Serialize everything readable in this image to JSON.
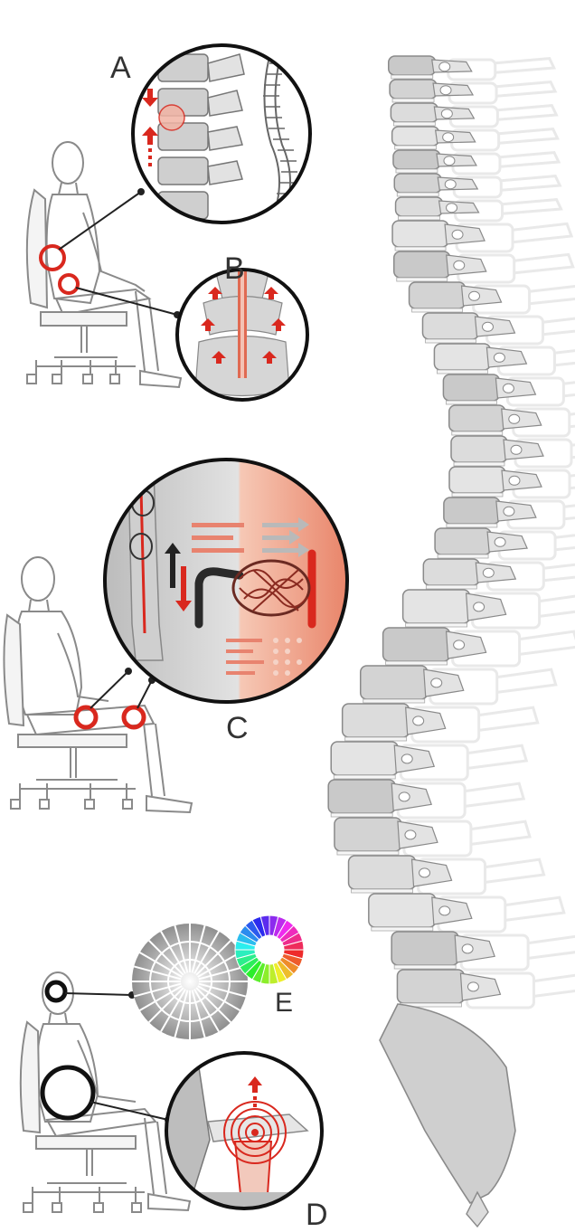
{
  "labels": {
    "a": "A",
    "b": "B",
    "c": "C",
    "d": "D",
    "e": "E"
  },
  "colors": {
    "accent_red": "#d9281e",
    "soft_red": "#e8836f",
    "outline": "#222222",
    "vertebra_dark": "#bdbdbd",
    "vertebra_mid": "#d4d4d4",
    "vertebra_light": "#e6e6e6",
    "ghost": "#eeeeee",
    "figure_line": "#8a8a8a"
  },
  "icons": {
    "spine": "vertebral-column-icon",
    "seated_figure": "seated-office-chair-figure-icon",
    "color_wheel": "color-wheel-icon",
    "grayscale_wheel": "grayscale-wheel-icon"
  }
}
